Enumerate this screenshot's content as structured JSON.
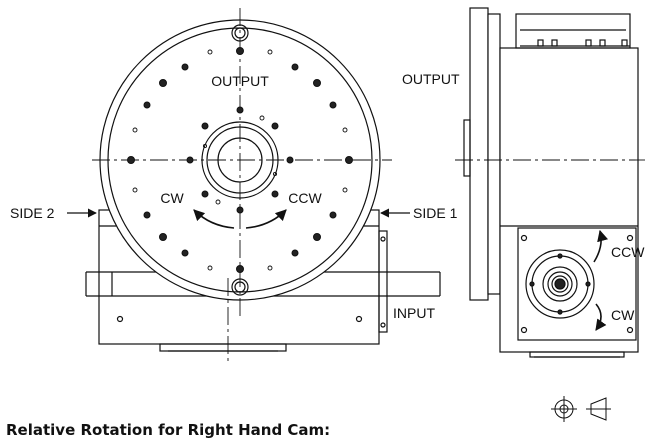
{
  "front_view": {
    "output_label": "OUTPUT",
    "cw_label": "CW",
    "ccw_label": "CCW",
    "side2_label": "SIDE 2",
    "side1_label": "SIDE 1"
  },
  "side_view": {
    "output_label": "OUTPUT",
    "input_label": "INPUT",
    "ccw_label": "CCW",
    "cw_label": "CW"
  },
  "projection_symbol": "third-angle-projection-icon",
  "caption": "Relative Rotation for Right Hand Cam:",
  "colors": {
    "line": "#111111",
    "background": "#ffffff"
  }
}
